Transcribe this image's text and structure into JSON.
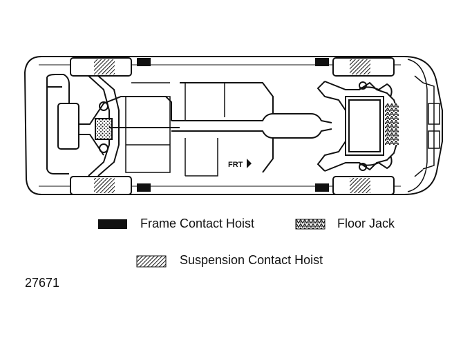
{
  "diagram": {
    "forward_label": "FRT",
    "figure_id": "27671"
  },
  "legend": {
    "frame_contact_hoist": "Frame Contact Hoist",
    "floor_jack": "Floor Jack",
    "suspension_contact_hoist": "Suspension Contact Hoist"
  },
  "colors": {
    "ink": "#111111",
    "paper": "#ffffff"
  }
}
